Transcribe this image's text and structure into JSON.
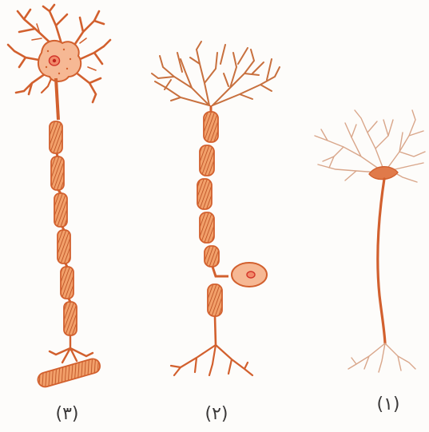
{
  "figure": {
    "labels": {
      "neuron_3": "(٣)",
      "neuron_2": "(٢)",
      "neuron_1": "(١)"
    },
    "colors": {
      "background": "#fdfcfa",
      "membrane": "#d2602e",
      "myelin_fill": "#f2a06a",
      "myelin_stripe": "#b84a1e",
      "body_fill": "#f6b894",
      "nucleus": "#d2342a",
      "pale_dendrite": "#d9a68a",
      "label_text": "#3a3838"
    }
  }
}
